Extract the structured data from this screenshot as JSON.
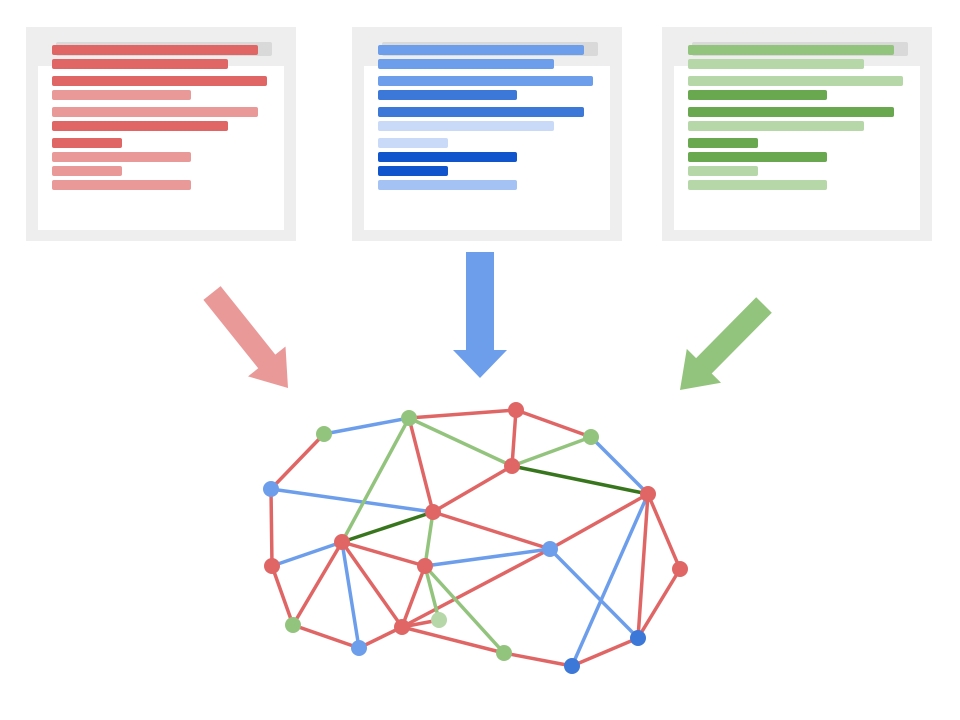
{
  "colors": {
    "red": "#e06666",
    "red_light": "#ea9999",
    "blue": "#6d9eeb",
    "blue_dark": "#3c78d8",
    "blue_darker": "#1155cc",
    "blue_light": "#a4c2f4",
    "blue_lighter": "#c9daf8",
    "green": "#93c47d",
    "green_dark": "#6aa84f",
    "green_light": "#b6d7a8",
    "green_darkest": "#38761d",
    "panel_bg": "#eeeeee",
    "panel_header": "#d9d9d9"
  },
  "documents": [
    {
      "name": "red",
      "line_colors": [
        "red",
        "red",
        "red",
        "red_light",
        "red_light",
        "red",
        "red",
        "red_light",
        "red_light",
        "red_light"
      ]
    },
    {
      "name": "blue",
      "line_colors": [
        "blue",
        "blue",
        "blue",
        "blue_dark",
        "blue_dark",
        "blue_lighter",
        "blue_lighter",
        "blue_darker",
        "blue_darker",
        "blue_light"
      ]
    },
    {
      "name": "green",
      "line_colors": [
        "green",
        "green_light",
        "green_light",
        "green_dark",
        "green_dark",
        "green_light",
        "green_dark",
        "green_dark",
        "green_light",
        "green_light"
      ]
    }
  ],
  "arrows": [
    {
      "name": "red-arrow",
      "color": "red_light"
    },
    {
      "name": "blue-arrow",
      "color": "blue"
    },
    {
      "name": "green-arrow",
      "color": "green"
    }
  ],
  "graph": {
    "nodes": [
      {
        "id": "n1",
        "color": "green"
      },
      {
        "id": "n2",
        "color": "green"
      },
      {
        "id": "n3",
        "color": "red"
      },
      {
        "id": "n4",
        "color": "green"
      },
      {
        "id": "n5",
        "color": "blue"
      },
      {
        "id": "n6",
        "color": "red"
      },
      {
        "id": "n7",
        "color": "red"
      },
      {
        "id": "n8",
        "color": "red"
      },
      {
        "id": "n9",
        "color": "red"
      },
      {
        "id": "n10",
        "color": "blue"
      },
      {
        "id": "n11",
        "color": "red"
      },
      {
        "id": "n12",
        "color": "red"
      },
      {
        "id": "n13",
        "color": "red"
      },
      {
        "id": "n14",
        "color": "green"
      },
      {
        "id": "n15",
        "color": "blue"
      },
      {
        "id": "n16",
        "color": "red"
      },
      {
        "id": "n17",
        "color": "green_light"
      },
      {
        "id": "n18",
        "color": "green"
      },
      {
        "id": "n19",
        "color": "blue_dark"
      },
      {
        "id": "n20",
        "color": "blue_dark"
      }
    ],
    "edges": [
      [
        "n5",
        "n1",
        "red"
      ],
      [
        "n1",
        "n2",
        "blue"
      ],
      [
        "n2",
        "n3",
        "red"
      ],
      [
        "n3",
        "n4",
        "red"
      ],
      [
        "n4",
        "n8",
        "blue"
      ],
      [
        "n8",
        "n13",
        "red"
      ],
      [
        "n13",
        "n19",
        "red"
      ],
      [
        "n19",
        "n20",
        "red"
      ],
      [
        "n20",
        "n18",
        "red"
      ],
      [
        "n18",
        "n16",
        "red"
      ],
      [
        "n16",
        "n15",
        "red"
      ],
      [
        "n15",
        "n14",
        "red"
      ],
      [
        "n14",
        "n12",
        "red"
      ],
      [
        "n12",
        "n5",
        "red"
      ],
      [
        "n5",
        "n7",
        "blue"
      ],
      [
        "n2",
        "n7",
        "red"
      ],
      [
        "n2",
        "n9",
        "green"
      ],
      [
        "n2",
        "n6",
        "green"
      ],
      [
        "n3",
        "n6",
        "red"
      ],
      [
        "n6",
        "n7",
        "red"
      ],
      [
        "n6",
        "n4",
        "green"
      ],
      [
        "n6",
        "n8",
        "green_darkest"
      ],
      [
        "n7",
        "n10",
        "red"
      ],
      [
        "n7",
        "n9",
        "green_darkest"
      ],
      [
        "n7",
        "n11",
        "green"
      ],
      [
        "n10",
        "n8",
        "red"
      ],
      [
        "n10",
        "n11",
        "blue"
      ],
      [
        "n10",
        "n19",
        "blue"
      ],
      [
        "n10",
        "n16",
        "red"
      ],
      [
        "n9",
        "n12",
        "blue"
      ],
      [
        "n9",
        "n11",
        "red"
      ],
      [
        "n9",
        "n14",
        "red"
      ],
      [
        "n9",
        "n16",
        "red"
      ],
      [
        "n9",
        "n15",
        "blue"
      ],
      [
        "n11",
        "n16",
        "red"
      ],
      [
        "n11",
        "n17",
        "green"
      ],
      [
        "n11",
        "n18",
        "green"
      ],
      [
        "n17",
        "n16",
        "red"
      ],
      [
        "n8",
        "n20",
        "blue"
      ],
      [
        "n8",
        "n19",
        "red"
      ]
    ]
  }
}
